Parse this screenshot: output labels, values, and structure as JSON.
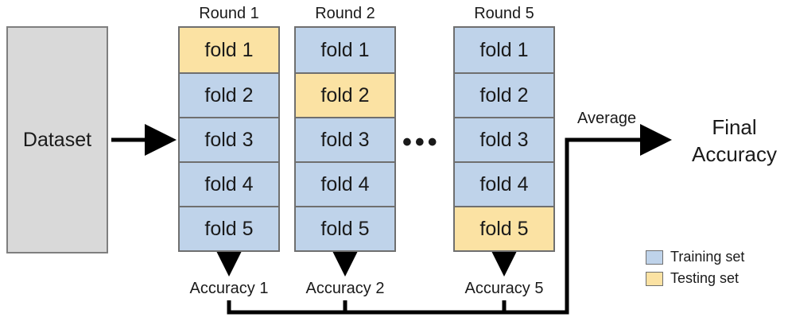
{
  "dataset": {
    "label": "Dataset"
  },
  "rounds": [
    {
      "title": "Round 1",
      "folds": [
        "fold 1",
        "fold 2",
        "fold 3",
        "fold 4",
        "fold 5"
      ],
      "test_fold_index": 0,
      "accuracy": "Accuracy 1"
    },
    {
      "title": "Round 2",
      "folds": [
        "fold 1",
        "fold 2",
        "fold 3",
        "fold 4",
        "fold 5"
      ],
      "test_fold_index": 1,
      "accuracy": "Accuracy 2"
    },
    {
      "title": "Round 5",
      "folds": [
        "fold 1",
        "fold 2",
        "fold 3",
        "fold 4",
        "fold 5"
      ],
      "test_fold_index": 4,
      "accuracy": "Accuracy 5"
    }
  ],
  "ellipsis": "•••",
  "average_label": "Average",
  "final": {
    "line1": "Final",
    "line2": "Accuracy"
  },
  "legend": {
    "training": "Training set",
    "testing": "Testing set"
  },
  "colors": {
    "training": "#bfd3ea",
    "testing": "#fbe2a3",
    "dataset": "#d9d9d9",
    "border": "#6f6f6f",
    "arrow": "#000000"
  }
}
